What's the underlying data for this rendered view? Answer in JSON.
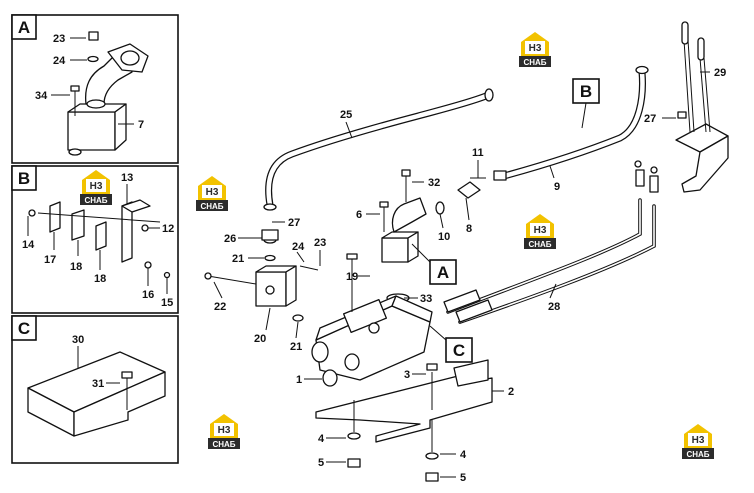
{
  "panels": [
    {
      "id": "A",
      "letter": "A"
    },
    {
      "id": "B",
      "letter": "B"
    },
    {
      "id": "C",
      "letter": "C"
    }
  ],
  "callouts": {
    "B": "B",
    "A": "A",
    "C": "C"
  },
  "watermark": {
    "logo_text": "H3",
    "caption": "CHAБ",
    "color_yellow": "#f2c200",
    "color_dark": "#2c2c2c"
  },
  "labels": {
    "p23a": "23",
    "p24a": "24",
    "p34": "34",
    "p7": "7",
    "p13": "13",
    "p14": "14",
    "p17": "17",
    "p18a": "18",
    "p18b": "18",
    "p12": "12",
    "p16": "16",
    "p15": "15",
    "p30": "30",
    "p31": "31",
    "p25": "25",
    "p9": "9",
    "p11": "11",
    "p32": "32",
    "p6": "6",
    "p10": "10",
    "p8": "8",
    "p29": "29",
    "p27a": "27",
    "p27b": "27",
    "p26": "26",
    "p21a": "21",
    "p24b": "24",
    "p23b": "23",
    "p19": "19",
    "p22": "22",
    "p20": "20",
    "p21b": "21",
    "p33": "33",
    "p28": "28",
    "p1": "1",
    "p3": "3",
    "p2": "2",
    "p4a": "4",
    "p5a": "5",
    "p4b": "4",
    "p5b": "5"
  }
}
